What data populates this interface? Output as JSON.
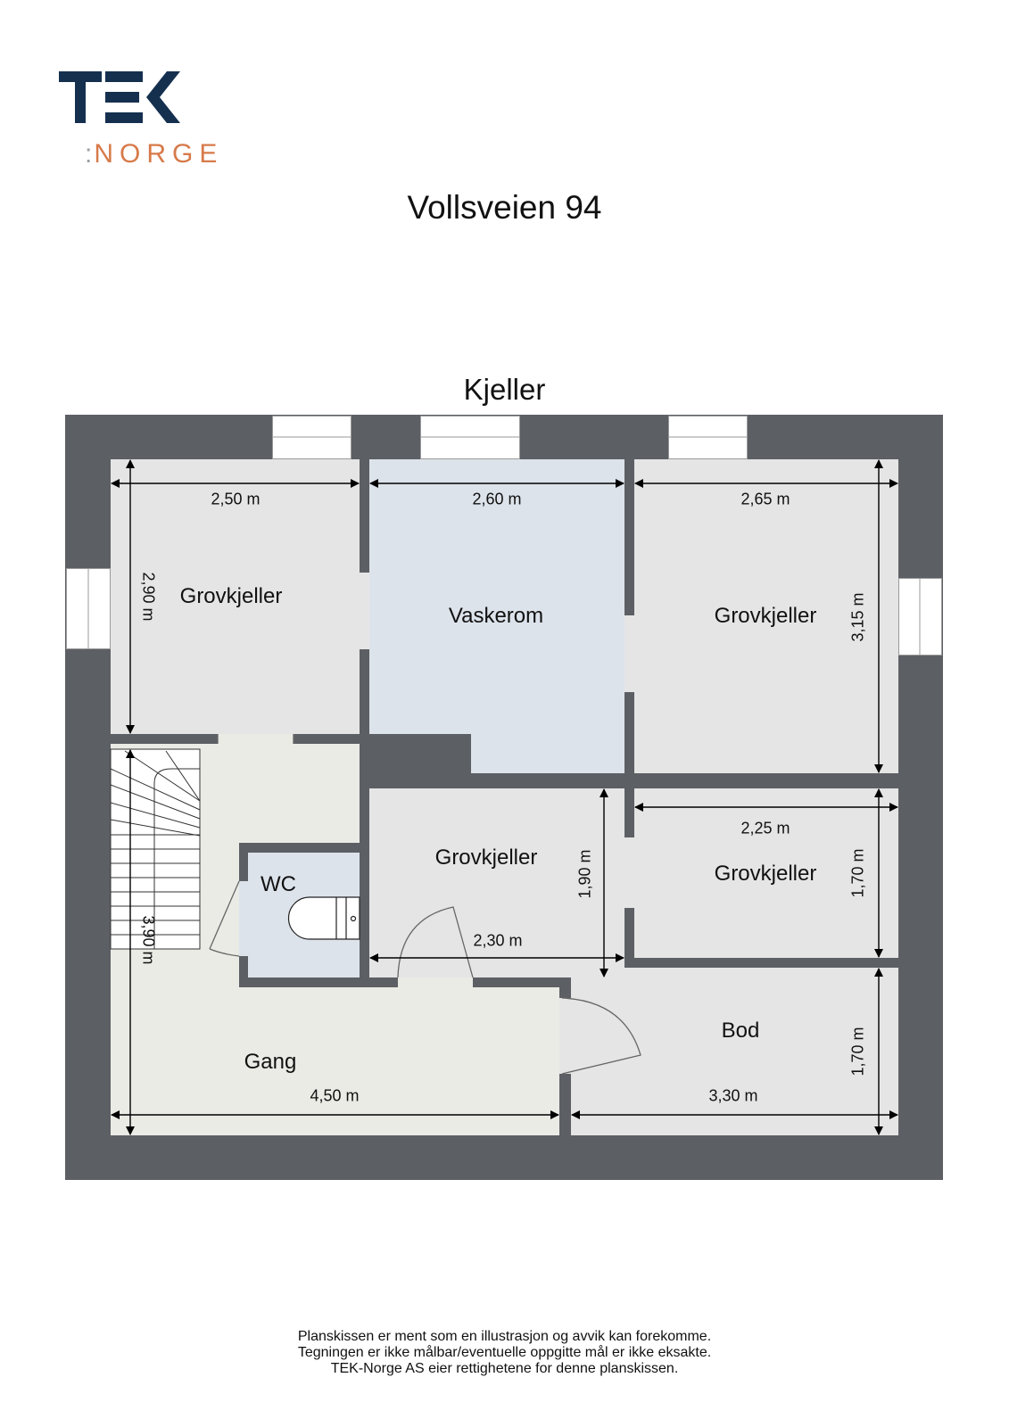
{
  "logo": {
    "brand": "TEK",
    "sub_prefix": ":",
    "sub": "NORGE",
    "brand_color": "#15304f",
    "accent_color": "#d77a4a"
  },
  "title": "Vollsveien 94",
  "floor": "Kjeller",
  "colors": {
    "wall": "#5c5f64",
    "room_gray": "#e5e5e5",
    "room_blue": "#dde3eb",
    "hall": "#ebebe6"
  },
  "rooms": [
    {
      "name": "Grovkjeller",
      "width": "2,50 m",
      "length": "2,90 m"
    },
    {
      "name": "Vaskerom",
      "width": "2,60 m"
    },
    {
      "name": "Grovkjeller",
      "width": "2,65 m",
      "length": "3,15 m"
    },
    {
      "name": "WC"
    },
    {
      "name": "Grovkjeller",
      "width": "2,30 m",
      "length": "1,90 m"
    },
    {
      "name": "Grovkjeller",
      "width": "2,25 m",
      "length": "1,70 m"
    },
    {
      "name": "Gang",
      "width": "4,50 m",
      "length": "3,90 m"
    },
    {
      "name": "Bod",
      "width": "3,30 m",
      "length": "1,70 m"
    }
  ],
  "footer": [
    "Planskissen er ment som en illustrasjon og avvik kan forekomme.",
    "Tegningen er ikke målbar/eventuelle oppgitte mål er ikke eksakte.",
    "TEK-Norge AS eier rettighetene for denne planskissen."
  ]
}
